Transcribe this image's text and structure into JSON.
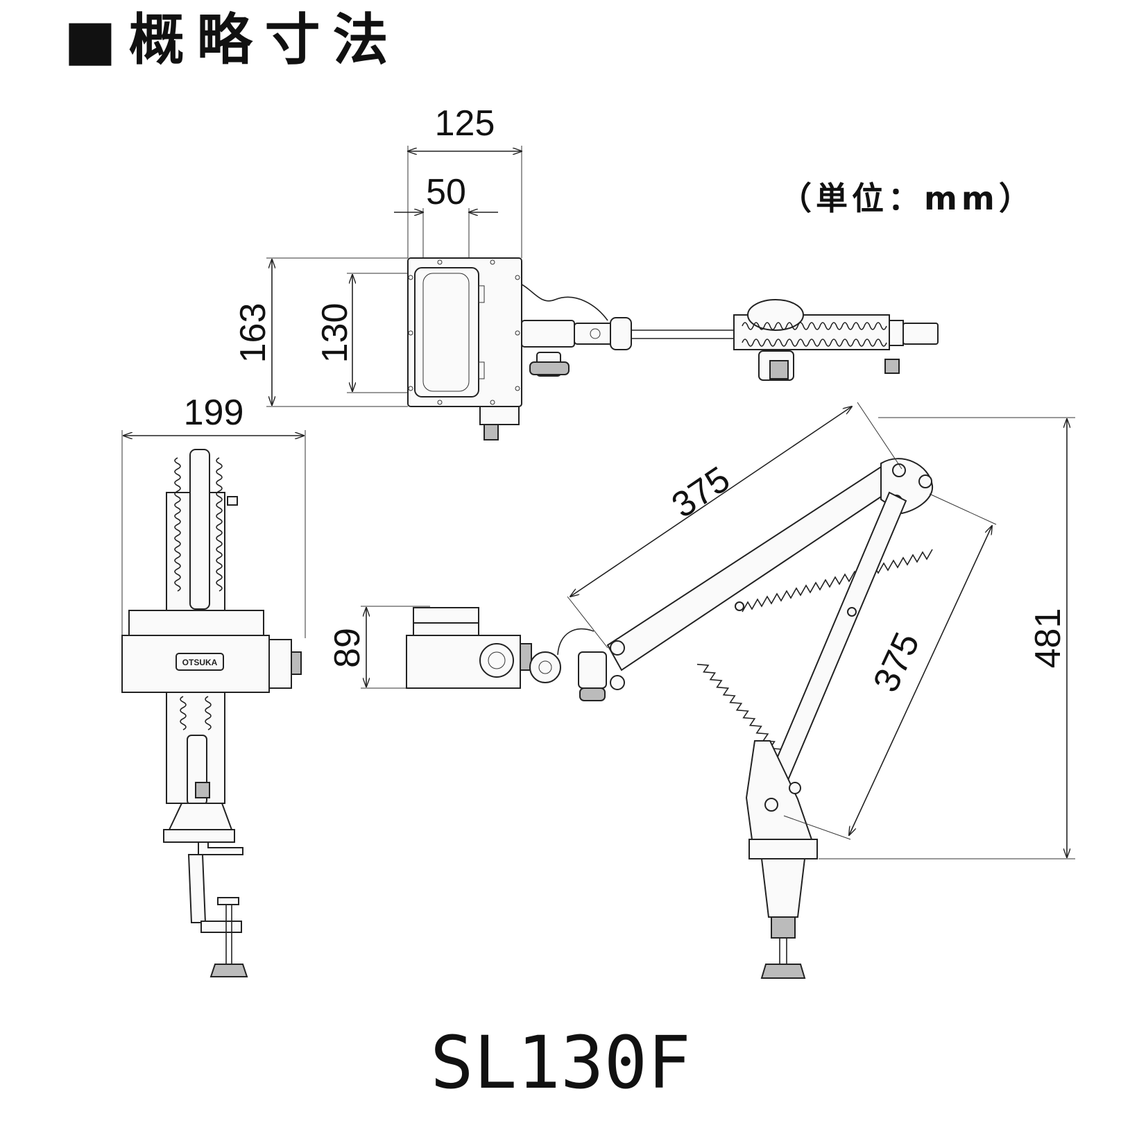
{
  "title": "■概略寸法",
  "unit_note": "（単位：mm）",
  "model": "SL130F",
  "dimensions": {
    "top_width": "125",
    "top_window_width": "50",
    "top_height": "163",
    "top_window_height": "130",
    "front_width": "199",
    "side_head_height": "89",
    "upper_arm_length": "375",
    "lower_arm_length": "375",
    "total_height": "481"
  },
  "logo_text": "OTSUKA"
}
